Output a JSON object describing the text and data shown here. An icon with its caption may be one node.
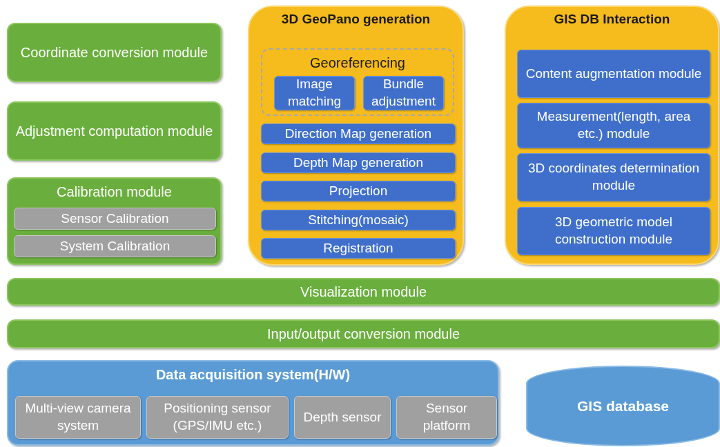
{
  "diagram": {
    "nodes": [
      {
        "text": [
          "Coordinate conversion module"
        ]
      },
      {
        "text": [
          "Adjustment computation module"
        ]
      },
      {
        "text": [
          "Calibration module"
        ]
      },
      {
        "text": [
          "Sensor Calibration"
        ],
        "in": 2
      },
      {
        "text": [
          "System Calibration"
        ],
        "in": 2
      },
      {
        "text": [
          "3D GeoPano generation"
        ]
      },
      {
        "text": [
          "Georeferencing"
        ],
        "in": 5
      },
      {
        "text": [
          "Image matching"
        ],
        "in": 6
      },
      {
        "text": [
          "Bundle adjustment"
        ],
        "in": 6
      },
      {
        "text": [
          "Direction Map generation"
        ],
        "in": 5
      },
      {
        "text": [
          "Depth Map generation"
        ],
        "in": 5
      },
      {
        "text": [
          "Projection"
        ],
        "in": 5
      },
      {
        "text": [
          "Stitching(mosaic)"
        ],
        "in": 5
      },
      {
        "text": [
          "Registration"
        ],
        "in": 5
      },
      {
        "text": [
          "GIS DB Interaction"
        ]
      },
      {
        "text": [
          "Content augmentation module"
        ],
        "in": 14
      },
      {
        "text": [
          "Measurement(length, area etc.) module"
        ],
        "in": 14
      },
      {
        "text": [
          "3D coordinates determination module"
        ],
        "in": 14
      },
      {
        "text": [
          "3D geometric model construction module"
        ],
        "in": 14
      },
      {
        "text": [
          "Visualization module"
        ]
      },
      {
        "text": [
          "Input/output conversion module"
        ]
      },
      {
        "text": [
          "Data acquisition system(H/W)"
        ]
      },
      {
        "text": [
          "Multi-view camera system"
        ],
        "in": 21
      },
      {
        "text": [
          "Positioning sensor (GPS/IMU etc.)"
        ],
        "in": 21
      },
      {
        "text": [
          "Depth sensor"
        ],
        "in": 21
      },
      {
        "text": [
          "Sensor platform"
        ],
        "in": 21
      },
      {
        "text": [
          "GIS database"
        ]
      }
    ],
    "edges": []
  }
}
